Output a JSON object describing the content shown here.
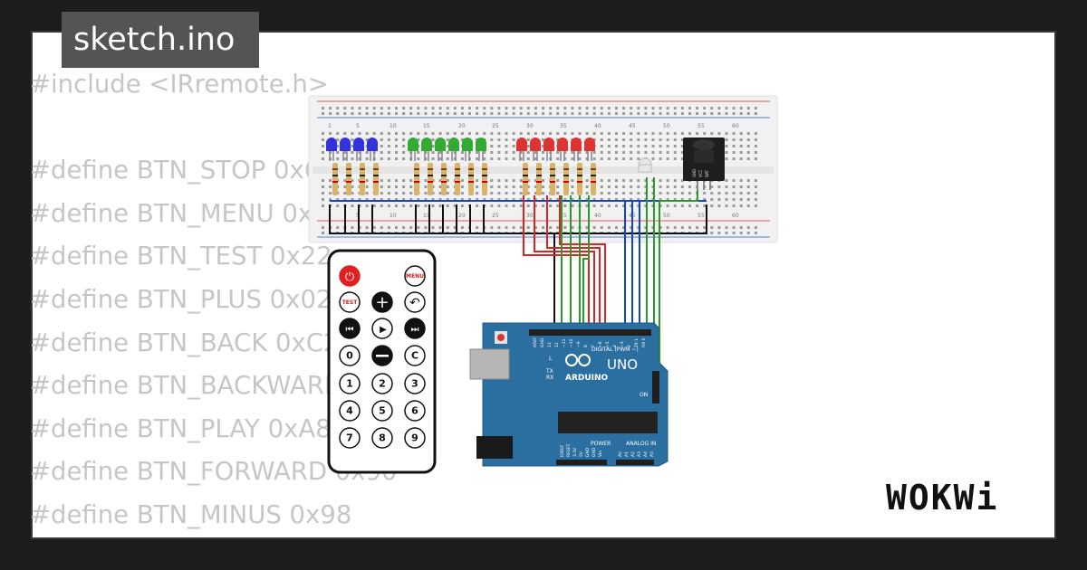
{
  "title": "sketch.ino",
  "code_lines": [
    "#include <IRremote.h>",
    "",
    "#define BTN_STOP 0x62",
    "#define BTN_MENU 0xE2",
    "#define BTN_TEST 0x22",
    "#define BTN_PLUS 0x02",
    "#define BTN_BACK 0xC2",
    "#define BTN_BACKWARD 0xE0",
    "#define BTN_PLAY 0xA8",
    "#define BTN_FORWARD 0x90",
    "#define BTN_MINUS 0x98"
  ],
  "breadboard_ticks": [
    "1",
    "5",
    "10",
    "15",
    "20",
    "25",
    "30",
    "35",
    "40",
    "45",
    "50",
    "55",
    "60"
  ],
  "remote_buttons": [
    "MENU",
    "TEST",
    "0",
    "C",
    "1",
    "2",
    "3",
    "4",
    "5",
    "6",
    "7",
    "8",
    "9"
  ],
  "arduino": {
    "brand": "ARDUINO",
    "model": "UNO",
    "digital_label": "DIGITAL (PWM ~)",
    "pin_labels": [
      "AREF",
      "GND",
      "13",
      "12",
      "~11",
      "~10",
      "~9",
      "8",
      "7",
      "~6",
      "~5",
      "4",
      "~3",
      "2",
      "TX 1",
      "RX 0"
    ],
    "tx": "TX",
    "rx": "RX",
    "l": "L",
    "on": "ON",
    "power_label": "POWER",
    "analog_label": "ANALOG IN",
    "power_pins": [
      "IOREF",
      "RESET",
      "3.3V",
      "5V",
      "GND",
      "GND",
      "Vin"
    ],
    "analog_pins": [
      "A0",
      "A1",
      "A2",
      "A3",
      "A4",
      "A5"
    ]
  },
  "ir_receiver_pins": [
    "GND",
    "VCC",
    "DAT"
  ],
  "logo": "WOKWi",
  "colors": {
    "background": "#1c1c1c",
    "frame": "#ffffff",
    "code_text": "#c6c6c6",
    "tab": "#545454",
    "arduino": "#2b6ea0",
    "breadboard": "#f1f1f1"
  }
}
